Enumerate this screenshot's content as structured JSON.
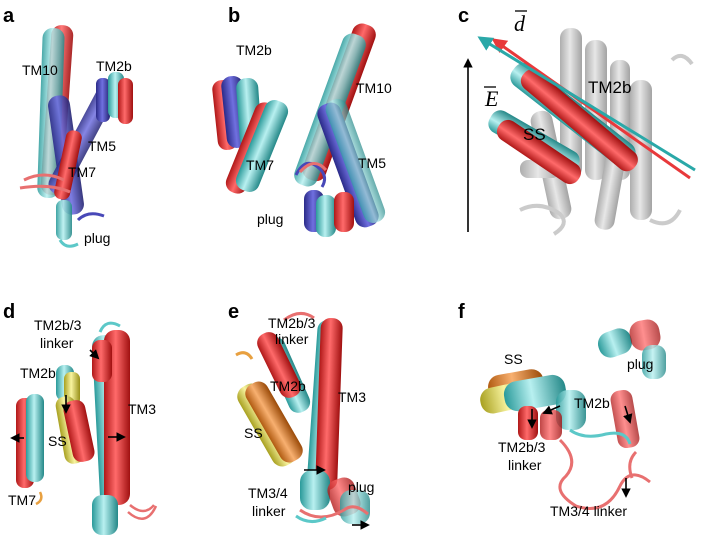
{
  "panels": {
    "a": {
      "letter": "a",
      "labels": {
        "tm10": "TM10",
        "tm2b": "TM2b",
        "tm5": "TM5",
        "tm7": "TM7",
        "plug": "plug"
      }
    },
    "b": {
      "letter": "b",
      "labels": {
        "tm2b": "TM2b",
        "tm10": "TM10",
        "tm7": "TM7",
        "tm5": "TM5",
        "plug": "plug"
      }
    },
    "c": {
      "letter": "c",
      "labels": {
        "d_vector": "d",
        "e_vector": "E",
        "tm2b": "TM2b",
        "ss": "SS"
      }
    },
    "d": {
      "letter": "d",
      "labels": {
        "linker_line1": "TM2b/3",
        "linker_line2": "linker",
        "tm2b": "TM2b",
        "ss": "SS",
        "tm3": "TM3",
        "tm7": "TM7"
      }
    },
    "e": {
      "letter": "e",
      "labels": {
        "linker_line1": "TM2b/3",
        "linker_line2": "linker",
        "tm2b": "TM2b",
        "tm3": "TM3",
        "ss": "SS",
        "tm34_line1": "TM3/4",
        "tm34_line2": "linker",
        "plug": "plug"
      }
    },
    "f": {
      "letter": "f",
      "labels": {
        "ss": "SS",
        "plug": "plug",
        "tm2b": "TM2b",
        "linker_line1": "TM2b/3",
        "linker_line2": "linker",
        "tm34": "TM3/4 linker"
      }
    }
  },
  "colors": {
    "red": "#e8393b",
    "cyan": "#5cc8c8",
    "blue": "#4848b8",
    "yellow": "#e8e04a",
    "orange": "#e88a3a",
    "gray": "#9a9a9a"
  }
}
